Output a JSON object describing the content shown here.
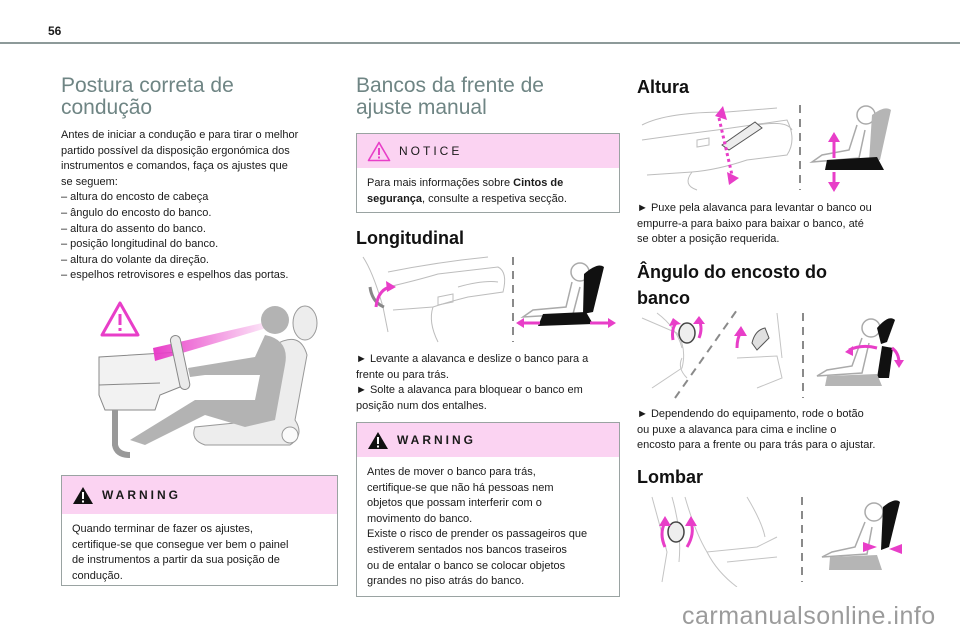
{
  "page": {
    "number": "56"
  },
  "column1": {
    "title_lines": [
      "Postura correta de",
      "condução"
    ],
    "intro_lines": [
      "Antes de iniciar a condução e para tirar o melhor",
      "partido possível da disposição ergonómica dos",
      "instrumentos e comandos, faça os ajustes que",
      "se seguem:",
      "–  altura do encosto de cabeça",
      "–  ângulo do encosto do banco.",
      "–  altura do assento do banco.",
      "–  posição longitudinal do banco.",
      "–  altura do volante da direção.",
      "–  espelhos retrovisores e espelhos das portas."
    ],
    "illustration": "driver-posture-illustration",
    "warning": {
      "label": "WARNING",
      "icon": "warning-triangle-icon",
      "lines": [
        "Quando terminar de fazer os ajustes,",
        "certifique-se que consegue ver bem o painel",
        "de instrumentos a partir da sua posição de",
        "condução."
      ]
    }
  },
  "column2": {
    "title_lines": [
      "Bancos da frente de",
      "ajuste manual"
    ],
    "notice": {
      "label": "NOTICE",
      "icon": "notice-triangle-icon",
      "line1_prefix": "Para mais informações sobre ",
      "line1_bold": "Cintos de",
      "line2_bold": "segurança",
      "line2_suffix": ", consulte a respetiva secção."
    },
    "longitudinal": {
      "heading": "Longitudinal",
      "lines": [
        "►  Levante a alavanca e deslize o banco para a",
        "frente ou para trás.",
        "►  Solte a alavanca para bloquear o banco em",
        "posição num dos entalhes."
      ]
    },
    "warning": {
      "label": "WARNING",
      "icon": "warning-triangle-icon",
      "lines": [
        "Antes de mover o banco para trás,",
        "certifique-se que não há pessoas nem",
        "objetos que possam interferir com o",
        "movimento do banco.",
        "Existe o risco de prender os passageiros que",
        "estiverem sentados nos bancos traseiros",
        "ou de entalar o banco se colocar objetos",
        "grandes no piso atrás do banco."
      ]
    }
  },
  "column3": {
    "altura": {
      "heading": "Altura",
      "lines": [
        "►  Puxe pela alavanca para levantar o banco ou",
        "empurre-a para baixo para baixar o banco, até",
        "se obter a posição requerida."
      ]
    },
    "angulo": {
      "heading_lines": [
        "Ângulo do encosto do",
        "banco"
      ],
      "lines": [
        "►  Dependendo do equipamento, rode o botão",
        "ou puxe a alavanca para cima e incline o",
        "encosto para a frente ou para trás para o ajustar."
      ]
    },
    "lombar": {
      "heading": "Lombar"
    }
  },
  "colors": {
    "accent_magenta": "#e83ec8",
    "box_header_pink": "#fbd3f2",
    "title_gray": "#6f8584",
    "rule_gray": "#8d9a99"
  },
  "watermark": "carmanualsonline.info"
}
